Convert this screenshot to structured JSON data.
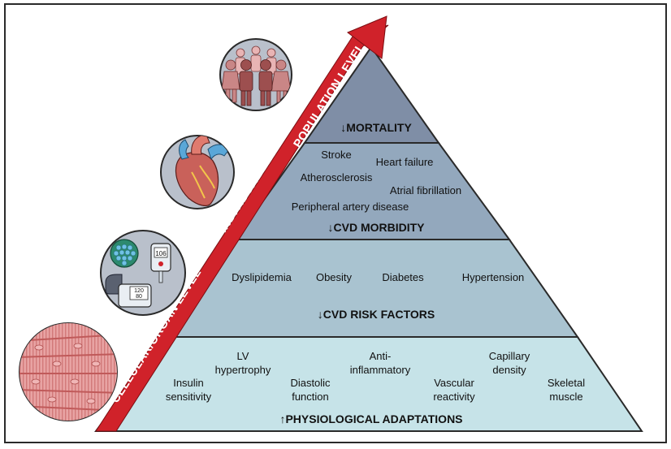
{
  "pyramid": {
    "tiers": [
      {
        "header": "↓MORTALITY",
        "items": []
      },
      {
        "header": "↓CVD MORBIDITY",
        "items": [
          "Stroke",
          "Heart failure",
          "Atherosclerosis",
          "Atrial fibrillation",
          "Peripheral artery disease"
        ]
      },
      {
        "header": "↓CVD RISK FACTORS",
        "items": [
          "Dyslipidemia",
          "Obesity",
          "Diabetes",
          "Hypertension"
        ]
      },
      {
        "header": "↑PHYSIOLOGICAL ADAPTATIONS",
        "items": [
          [
            "LV",
            "hypertrophy"
          ],
          [
            "Anti-",
            "inflammatory"
          ],
          [
            "Capillary",
            "density"
          ],
          [
            "Insulin",
            "sensitivity"
          ],
          [
            "Diastolic",
            "function"
          ],
          [
            "Vascular",
            "reactivity"
          ],
          [
            "Skeletal",
            "muscle"
          ]
        ]
      }
    ]
  },
  "arrow": {
    "levels": [
      "CELLULAR/ORGAN LEVEL",
      "INDIVIDUAL LEVEL",
      "POPULATION LEVEL"
    ]
  },
  "icons": {
    "glucometer_reading": "106",
    "bp_monitor_reading": [
      "120",
      "80"
    ]
  },
  "colors": {
    "tier_mortality": "#7f8ea6",
    "tier_morbidity": "#93a8bd",
    "tier_risk": "#a9c3d0",
    "tier_adaptations": "#c6e3e8",
    "arrow": "#d0222a",
    "outline": "#2a2a2a"
  }
}
